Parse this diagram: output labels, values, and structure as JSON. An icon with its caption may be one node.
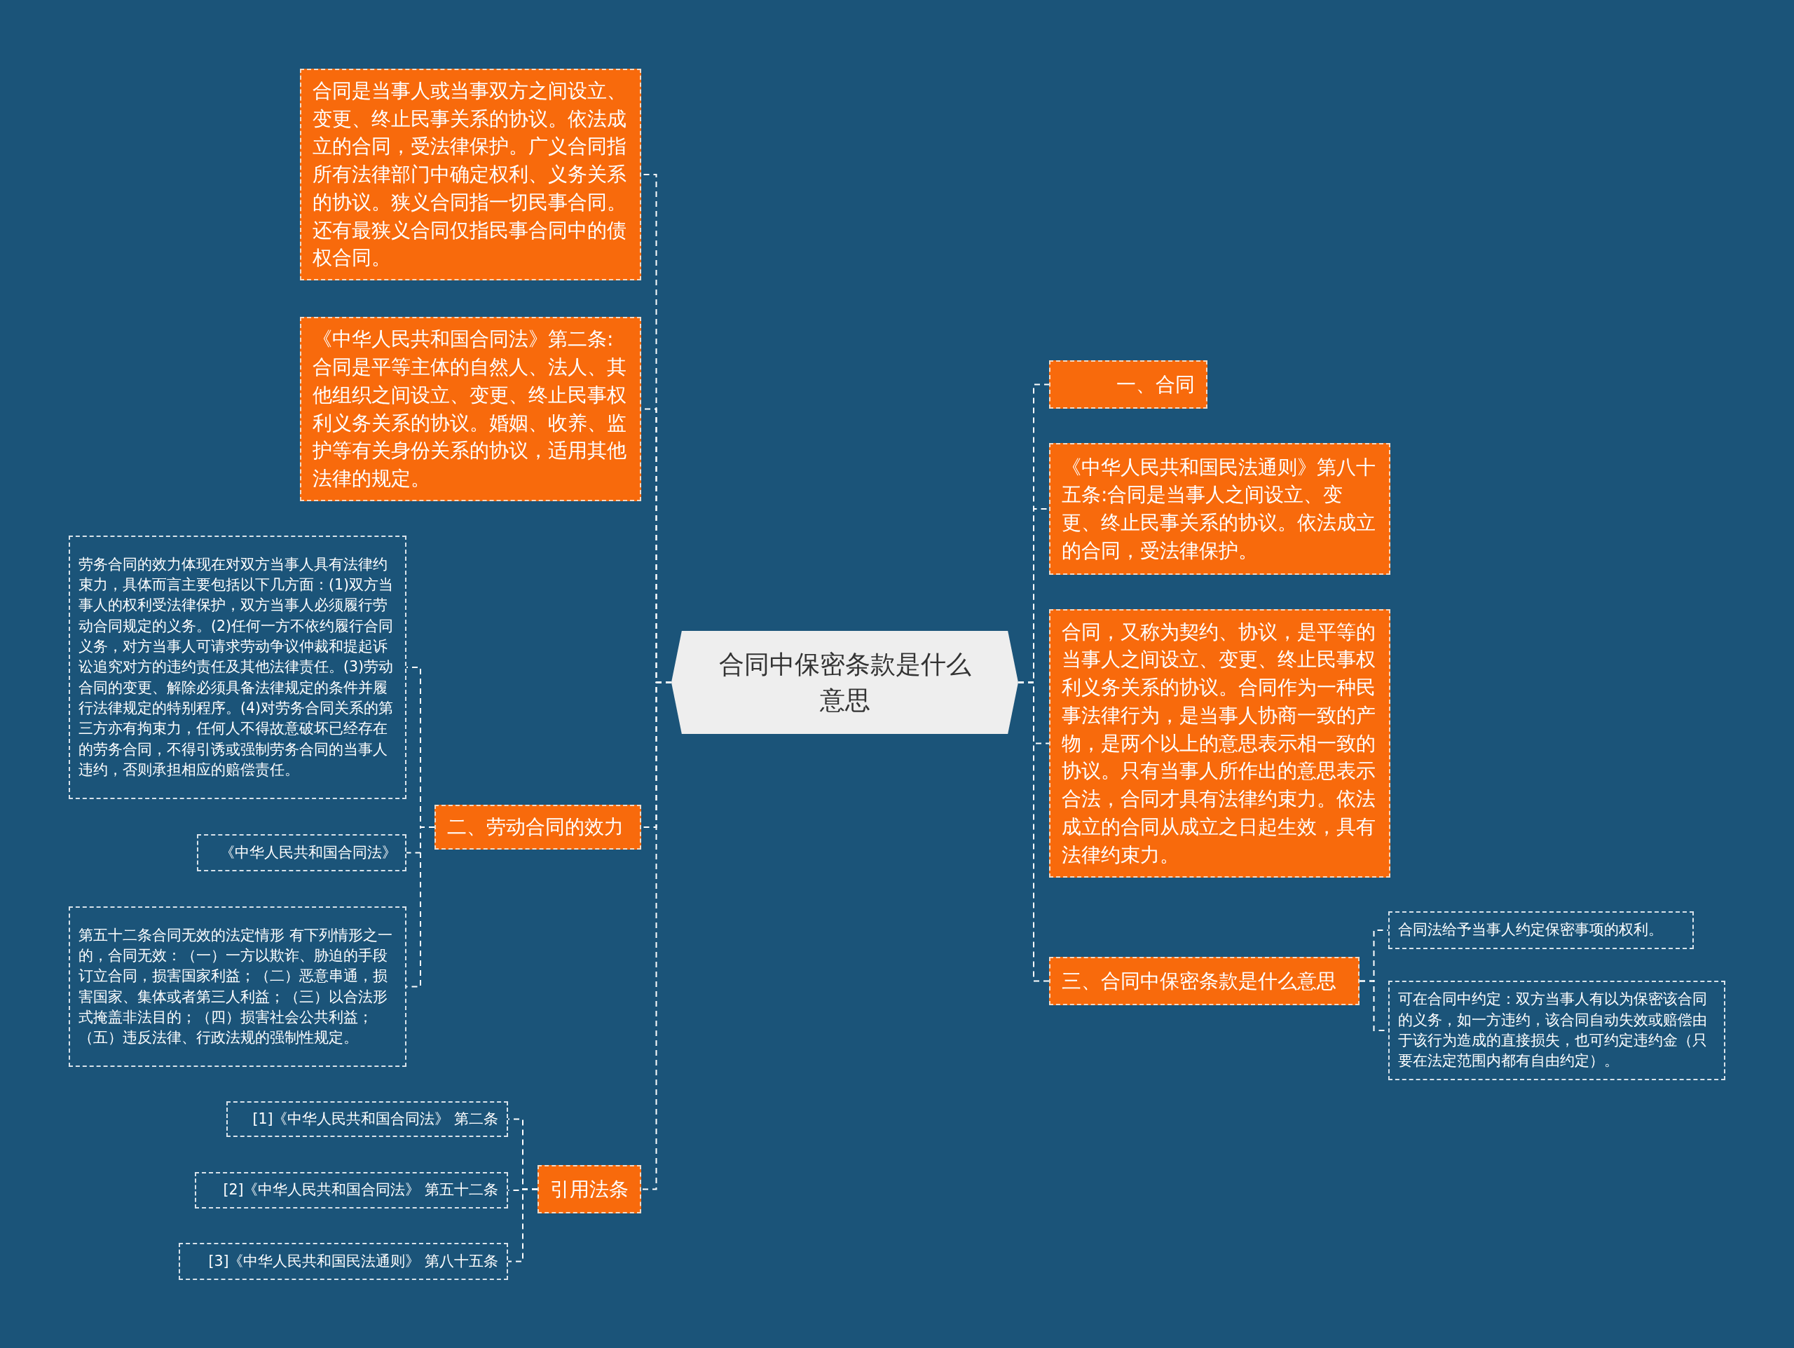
{
  "diagram": {
    "nodes": [
      {
        "text": [
          "合同中保密条款是什么意思"
        ]
      },
      {
        "text": [
          "合同是当事人或当事双方之间设立、变更、终止民事关系的协议。依法成立的合同，受法律保护。广义合同指所有法律部门中确定权利、义务关系的协议。狭义合同指一切民事合同。还有最狭义合同仅指民事合同中的债权合同。"
        ]
      },
      {
        "text": [
          "《中华人民共和国合同法》第二条:合同是平等主体的自然人、法人、其他组织之间设立、变更、终止民事权利义务关系的协议。婚姻、收养、监护等有关身份关系的协议，适用其他法律的规定。"
        ]
      },
      {
        "text": [
          "二、劳动合同的效力"
        ]
      },
      {
        "text": [
          "劳务合同的效力体现在对双方当事人具有法律约束力，具体而言主要包括以下几方面：(1)双方当事人的权利受法律保护，双方当事人必须履行劳动合同规定的义务。(2)任何一方不依约履行合同义务，对方当事人可请求劳动争议仲裁和提起诉讼追究对方的违约责任及其他法律责任。(3)劳动合同的变更、解除必须具备法律规定的条件并履行法律规定的特别程序。(4)对劳务合同关系的第三方亦有拘束力，任何人不得故意破坏已经存在的劳务合同，不得引诱或强制劳务合同的当事人违约，否则承担相应的赔偿责任。"
        ]
      },
      {
        "text": [
          "《中华人民共和国合同法》"
        ]
      },
      {
        "text": [
          "第五十二条合同无效的法定情形 有下列情形之一的，合同无效：（一）一方以欺诈、胁迫的手段订立合同，损害国家利益；（二）恶意串通，损害国家、集体或者第三人利益；（三）以合法形式掩盖非法目的；（四）损害社会公共利益；（五）违反法律、行政法规的强制性规定。"
        ]
      },
      {
        "text": [
          "引用法条"
        ]
      },
      {
        "text": [
          "[1]《中华人民共和国合同法》 第二条"
        ]
      },
      {
        "text": [
          "[2]《中华人民共和国合同法》 第五十二条"
        ]
      },
      {
        "text": [
          "[3]《中华人民共和国民法通则》 第八十五条"
        ]
      },
      {
        "text": [
          "一、合同"
        ]
      },
      {
        "text": [
          "《中华人民共和国民法通则》第八十五条:合同是当事人之间设立、变更、终止民事关系的协议。依法成立的合同，受法律保护。"
        ]
      },
      {
        "text": [
          "合同，又称为契约、协议，是平等的当事人之间设立、变更、终止民事权利义务关系的协议。合同作为一种民事法律行为，是当事人协商一致的产物，是两个以上的意思表示相一致的协议。只有当事人所作出的意思表示合法，合同才具有法律约束力。依法成立的合同从成立之日起生效，具有法律约束力。"
        ]
      },
      {
        "text": [
          "三、合同中保密条款是什么意思"
        ]
      },
      {
        "text": [
          "合同法给予当事人约定保密事项的权利。"
        ]
      },
      {
        "text": [
          "可在合同中约定：双方当事人有以为保密该合同的义务，如一方违约，该合同自动失效或赔偿由于该行为造成的直接损失，也可约定违约金（只要在法定范围内都有自由约定）。"
        ]
      }
    ],
    "edges": [
      {
        "from": 0,
        "to": 1,
        "arrow": "none",
        "style": "dashed"
      },
      {
        "from": 0,
        "to": 2,
        "arrow": "none",
        "style": "dashed"
      },
      {
        "from": 0,
        "to": 3,
        "arrow": "none",
        "style": "dashed"
      },
      {
        "from": 3,
        "to": 4,
        "arrow": "none",
        "style": "dashed"
      },
      {
        "from": 3,
        "to": 5,
        "arrow": "none",
        "style": "dashed"
      },
      {
        "from": 3,
        "to": 6,
        "arrow": "none",
        "style": "dashed"
      },
      {
        "from": 0,
        "to": 7,
        "arrow": "none",
        "style": "dashed"
      },
      {
        "from": 7,
        "to": 8,
        "arrow": "none",
        "style": "dashed"
      },
      {
        "from": 7,
        "to": 9,
        "arrow": "none",
        "style": "dashed"
      },
      {
        "from": 7,
        "to": 10,
        "arrow": "none",
        "style": "dashed"
      },
      {
        "from": 0,
        "to": 11,
        "arrow": "none",
        "style": "dashed"
      },
      {
        "from": 0,
        "to": 12,
        "arrow": "none",
        "style": "dashed"
      },
      {
        "from": 0,
        "to": 13,
        "arrow": "none",
        "style": "dashed"
      },
      {
        "from": 0,
        "to": 14,
        "arrow": "none",
        "style": "dashed"
      },
      {
        "from": 14,
        "to": 15,
        "arrow": "none",
        "style": "dashed"
      },
      {
        "from": 14,
        "to": 16,
        "arrow": "none",
        "style": "dashed"
      }
    ]
  }
}
